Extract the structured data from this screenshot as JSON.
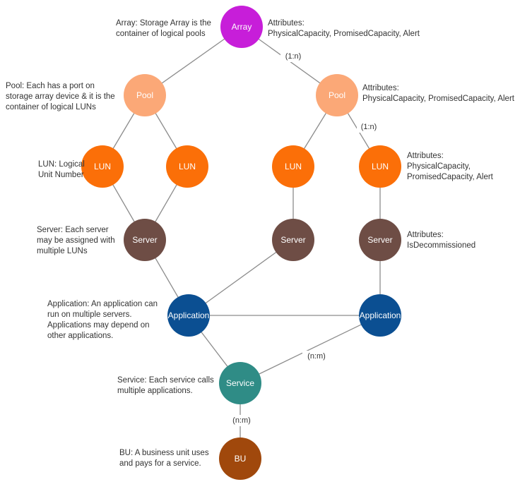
{
  "colors": {
    "array": "#c71ed9",
    "pool": "#fba877",
    "lun": "#fb6f08",
    "server": "#6e4d45",
    "application": "#0b4f92",
    "service": "#2f8c86",
    "bu": "#a0480c",
    "edge": "#8c8c8c"
  },
  "nodes": {
    "array": "Array",
    "pool": "Pool",
    "lun": "LUN",
    "server": "Server",
    "application": "Application",
    "service": "Service",
    "bu": "BU"
  },
  "edge_labels": {
    "array_pool": "(1:n)",
    "pool_lun": "(1:n)",
    "app_service": "(n:m)",
    "service_bu": "(n:m)"
  },
  "notes": {
    "array": [
      "Array: Storage Array is the",
      "container of logical pools"
    ],
    "array_attributes": [
      "Attributes:",
      "PhysicalCapacity, PromisedCapacity, Alert"
    ],
    "pool": [
      "Pool: Each has a port on",
      "storage array device & it is the",
      "container of logical LUNs"
    ],
    "pool_attributes": [
      "Attributes:",
      "PhysicalCapacity, PromisedCapacity, Alert"
    ],
    "lun": [
      "LUN: Logical",
      "Unit Number"
    ],
    "lun_attributes": [
      "Attributes:",
      "PhysicalCapacity,",
      "PromisedCapacity, Alert"
    ],
    "server": [
      "Server: Each server",
      "may be assigned with",
      "multiple LUNs"
    ],
    "server_attributes": [
      "Attributes:",
      "IsDecommissioned"
    ],
    "application": [
      "Application: An application can",
      "run on multiple servers.",
      "Applications may depend on",
      "other applications."
    ],
    "service": [
      "Service: Each service calls",
      "multiple applications."
    ],
    "bu": [
      "BU: A business unit uses",
      "and pays for a service."
    ]
  }
}
